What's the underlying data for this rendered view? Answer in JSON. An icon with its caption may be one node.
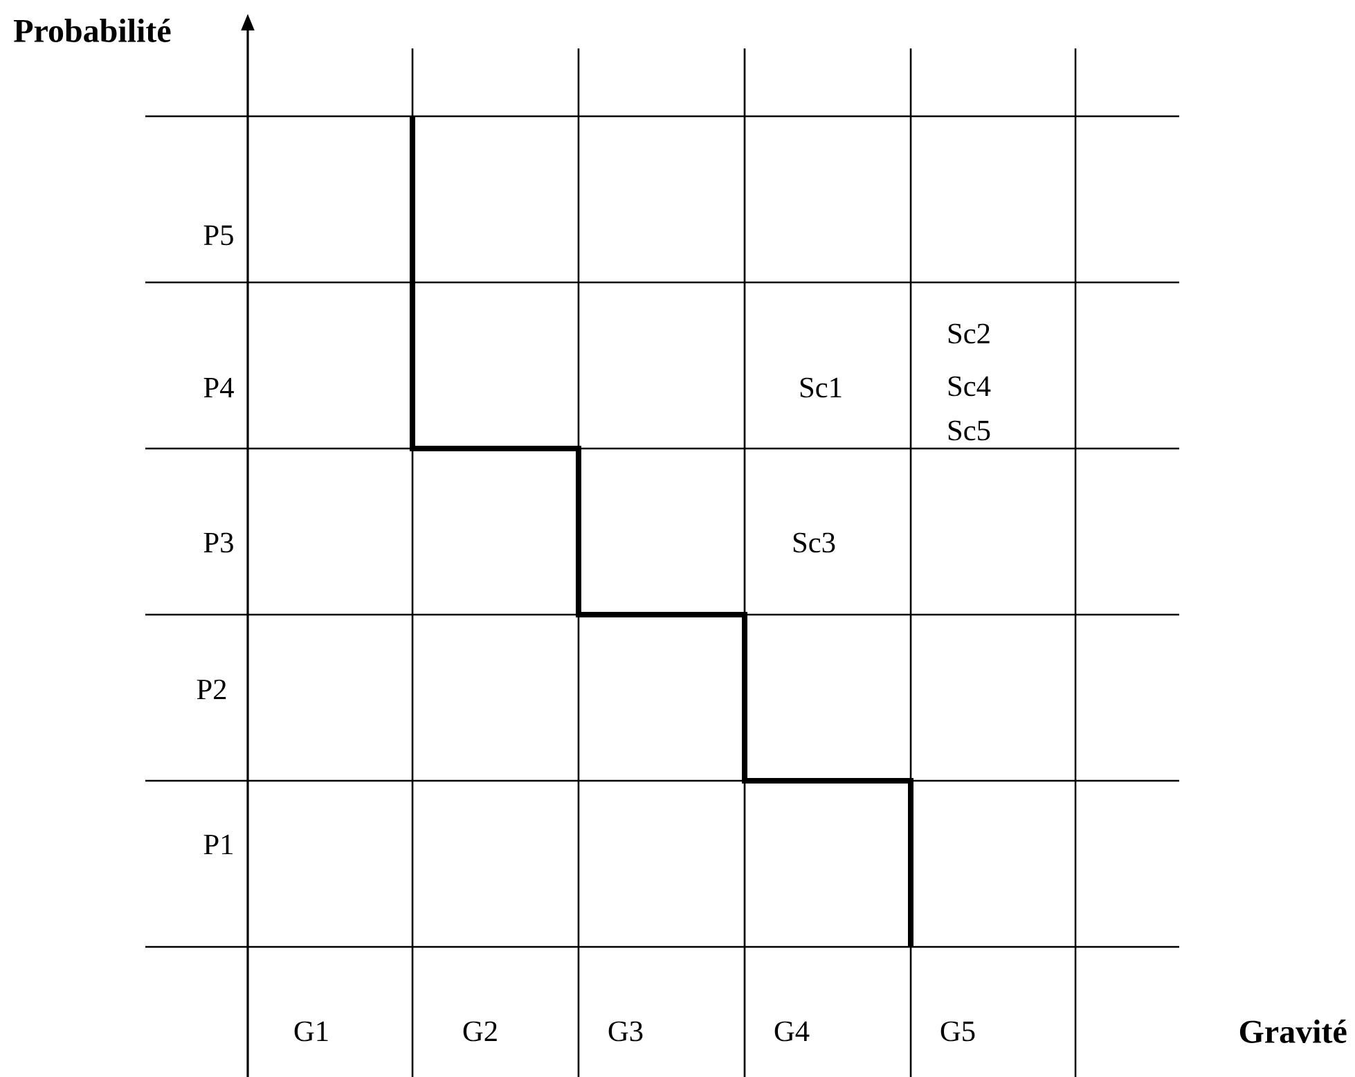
{
  "diagram": {
    "labels": [
      "Probabilité",
      "P5",
      "Sc2",
      "P4",
      "Sc1",
      "Sc4",
      "Sc5",
      "P3",
      "Sc3",
      "P2",
      "P1",
      "G1",
      "G2",
      "G3",
      "G4",
      "G5",
      "Gravité"
    ]
  }
}
